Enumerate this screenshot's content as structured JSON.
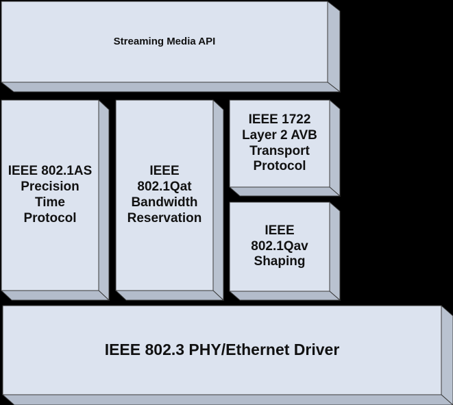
{
  "diagram": {
    "colors": {
      "front": "#dce3ef",
      "side": "#b9c2d0",
      "bottom": "#b3bccb",
      "edge": "#3a3a3a",
      "background": "#000000"
    },
    "blocks": {
      "streaming_media_api": {
        "lines": [
          "Streaming Media API"
        ]
      },
      "ieee_8021as": {
        "lines": [
          "IEEE 802.1AS",
          "Precision",
          "Time",
          "Protocol"
        ]
      },
      "ieee_8021qat": {
        "lines": [
          "IEEE",
          "802.1Qat",
          "Bandwidth",
          "Reservation"
        ]
      },
      "ieee_1722": {
        "lines": [
          "IEEE 1722",
          "Layer 2 AVB",
          "Transport",
          "Protocol"
        ]
      },
      "ieee_8021qav": {
        "lines": [
          "IEEE",
          "802.1Qav",
          "Shaping"
        ]
      },
      "ieee_8023": {
        "lines": [
          "IEEE 802.3 PHY/Ethernet Driver"
        ]
      }
    }
  }
}
